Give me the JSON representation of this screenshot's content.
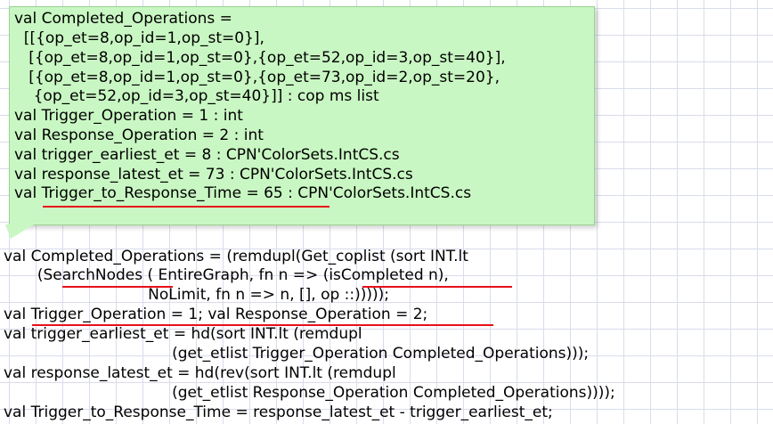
{
  "tooltip": {
    "lines": [
      "val Completed_Operations =",
      "  [[{op_et=8,op_id=1,op_st=0}],",
      "   [{op_et=8,op_id=1,op_st=0},{op_et=52,op_id=3,op_st=40}],",
      "   [{op_et=8,op_id=1,op_st=0},{op_et=73,op_id=2,op_st=20},",
      "    {op_et=52,op_id=3,op_st=40}]] : cop ms list",
      "val Trigger_Operation = 1 : int",
      "val Response_Operation = 2 : int",
      "val trigger_earliest_et = 8 : CPN'ColorSets.IntCS.cs",
      "val response_latest_et = 73 : CPN'ColorSets.IntCS.cs",
      "val Trigger_to_Response_Time = 65 : CPN'ColorSets.IntCS.cs"
    ]
  },
  "code": {
    "lines": [
      "val Completed_Operations = (remdupl(Get_coplist (sort INT.lt",
      "       (SearchNodes ( EntireGraph, fn n => (isCompleted n),",
      "                              NoLimit, fn n => n, [], op ::)))));",
      "val Trigger_Operation = 1; val Response_Operation = 2;",
      "val trigger_earliest_et = hd(sort INT.lt (remdupl",
      "                                   (get_etlist Trigger_Operation Completed_Operations)));",
      "val response_latest_et = hd(rev(sort INT.lt (remdupl",
      "                                   (get_etlist Response_Operation Completed_Operations))));",
      "val Trigger_to_Response_Time = response_latest_et - trigger_earliest_et;"
    ]
  },
  "colors": {
    "bubble_fill": "#c9f7c3",
    "underline": "#e8101a",
    "grid": "#d9dcec"
  }
}
